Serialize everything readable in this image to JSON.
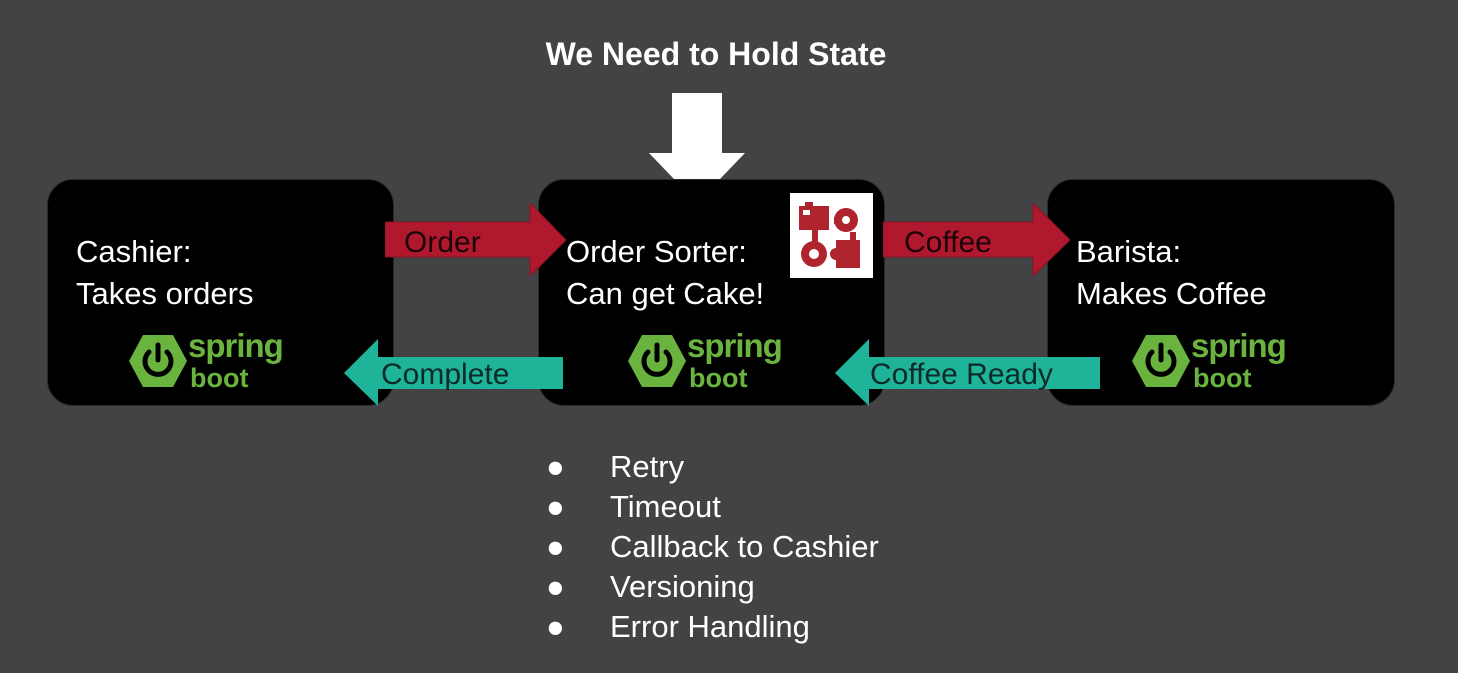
{
  "slide": {
    "title": "We Need to Hold State"
  },
  "services": {
    "cashier": {
      "line1": "Cashier:",
      "line2": "Takes orders"
    },
    "sorter": {
      "line1": "Order Sorter:",
      "line2": "Can get Cake!"
    },
    "barista": {
      "line1": "Barista:",
      "line2": "Makes Coffee"
    }
  },
  "logo": {
    "spring": "spring",
    "boot": "boot"
  },
  "arrows": {
    "order": "Order",
    "coffee": "Coffee",
    "complete": "Complete",
    "coffee_ready": "Coffee Ready"
  },
  "bullets": {
    "marker": "●",
    "items": [
      "Retry",
      "Timeout",
      "Callback to Cashier",
      "Versioning",
      "Error Handling"
    ]
  },
  "colors": {
    "background": "#434245",
    "box": "#000000",
    "arrow_red": "#b0182e",
    "arrow_teal": "#1fb39a",
    "spring_green": "#6bb33f"
  },
  "icons": {
    "down_arrow": "down-arrow-icon",
    "spring_power": "spring-power-icon",
    "state_machine": "state-machine-icon"
  }
}
